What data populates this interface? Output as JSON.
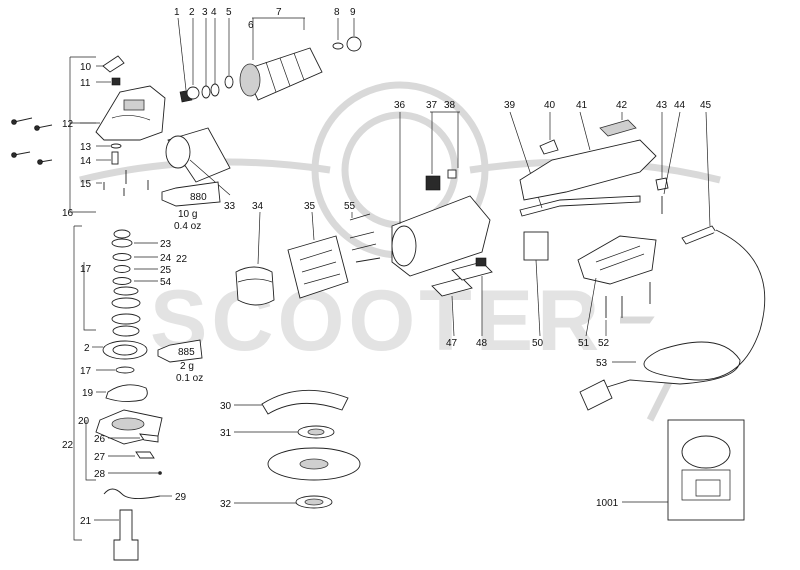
{
  "labels": {
    "p1": "1",
    "p2": "2",
    "p3": "3",
    "p4": "4",
    "p5": "5",
    "p6": "6",
    "p7": "7",
    "p8": "8",
    "p9": "9",
    "p10": "10",
    "p11": "11",
    "p12": "12",
    "p13": "13",
    "p14": "14",
    "p15": "15",
    "p16": "16",
    "p17": "17",
    "p2b": "2",
    "p17b": "17",
    "p19": "19",
    "p20": "20",
    "p21": "21",
    "p22": "22",
    "p22b": "22",
    "p23": "23",
    "p24": "24",
    "p25": "25",
    "p26": "26",
    "p27": "27",
    "p28": "28",
    "p29": "29",
    "p30": "30",
    "p31": "31",
    "p32": "32",
    "p33": "33",
    "p34": "34",
    "p35": "35",
    "p36": "36",
    "p37": "37",
    "p38": "38",
    "p39": "39",
    "p40": "40",
    "p41": "41",
    "p42": "42",
    "p43": "43",
    "p44": "44",
    "p45": "45",
    "p47": "47",
    "p48": "48",
    "p50": "50",
    "p51": "51",
    "p52": "52",
    "p53": "53",
    "p54": "54",
    "p55": "55",
    "p1001": "1001"
  },
  "grease": {
    "tube1_code": "880",
    "tube1_weight": "10 g",
    "tube1_oz": "0.4 oz",
    "tube2_code": "885",
    "tube2_weight": "2 g",
    "tube2_oz": "0.1 oz"
  },
  "watermark": {
    "text": "SCOOTER"
  },
  "colors": {
    "line": "#222222",
    "watermark": "#d9d9d9",
    "background": "#ffffff"
  }
}
